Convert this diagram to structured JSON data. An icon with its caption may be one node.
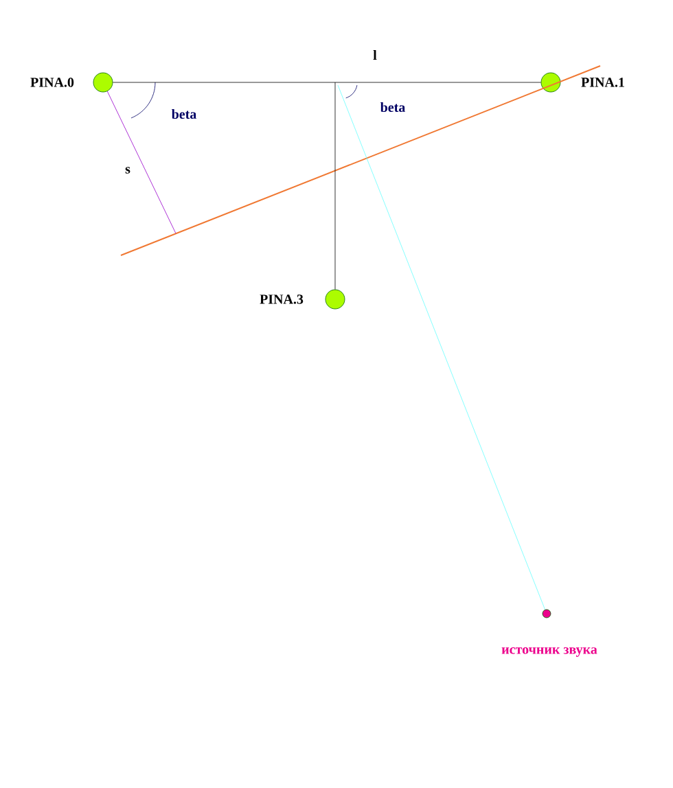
{
  "diagram": {
    "nodes": [
      {
        "text": [],
        "shape": "circle",
        "beside": [
          "PINA.0"
        ]
      },
      {
        "text": [],
        "shape": "circle",
        "beside": [
          "PINA.1"
        ]
      },
      {
        "text": [],
        "shape": "circle",
        "beside": [
          "PINA.3"
        ]
      },
      {
        "text": [],
        "shape": "circle",
        "beside": [
          "источник звука"
        ]
      }
    ],
    "edges": [
      {
        "from": 0,
        "to": 1,
        "arrow": "none"
      },
      {
        "from": null,
        "to": 2,
        "arrow": "none"
      },
      {
        "from": null,
        "to": 3,
        "arrow": "none",
        "color": "#66ffff"
      },
      {
        "from": 0,
        "to": null,
        "arrow": "none",
        "label": "s",
        "color": "#9900cc"
      }
    ],
    "labels": [
      "l",
      "beta",
      "beta"
    ]
  }
}
